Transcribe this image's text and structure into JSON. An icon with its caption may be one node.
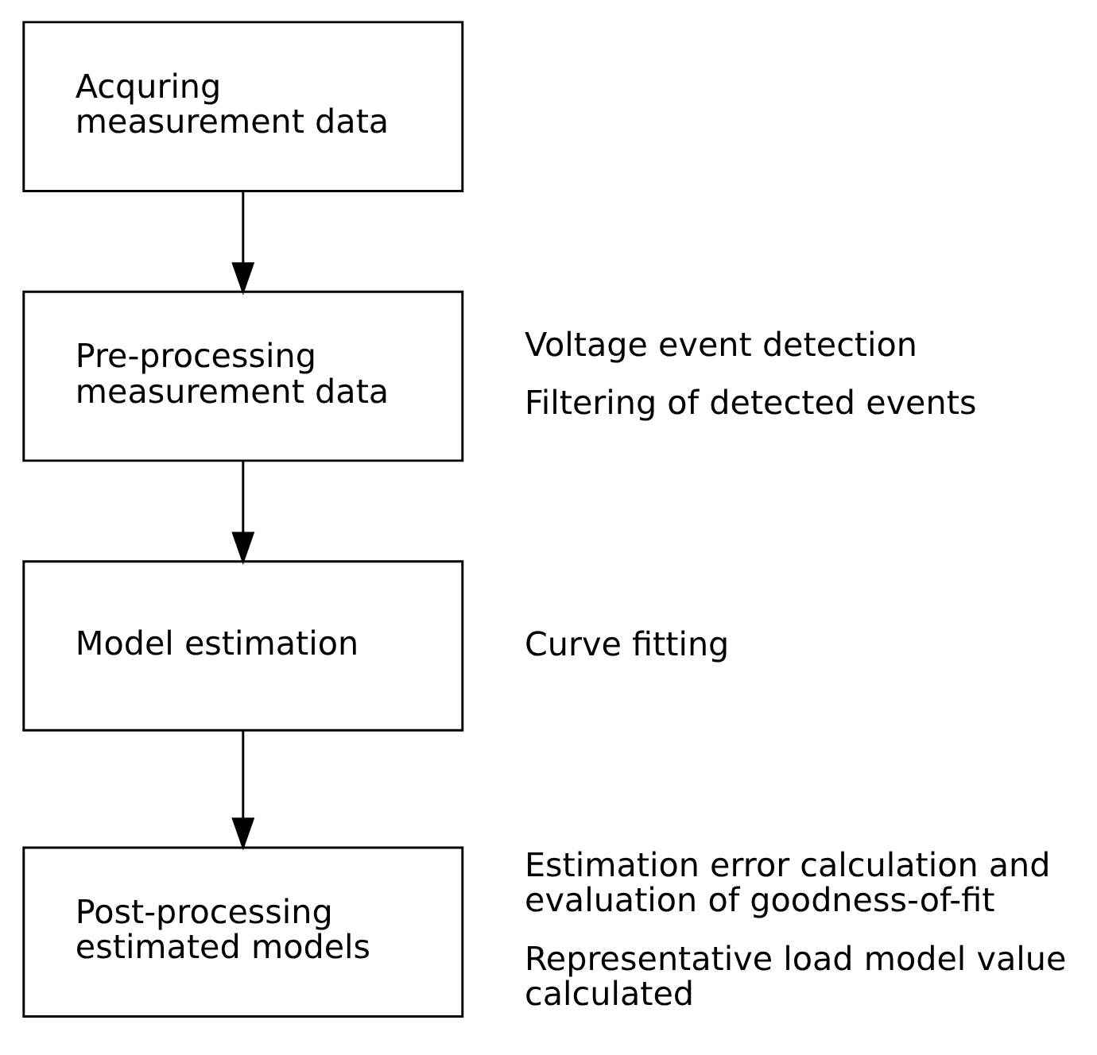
{
  "diagram": {
    "nodes": [
      {
        "text": [
          "Acquring measurement data"
        ]
      },
      {
        "text": [
          "Pre-processing measurement data"
        ],
        "beside": [
          "Voltage event detection",
          "Filtering of detected events"
        ]
      },
      {
        "text": [
          "Model estimation"
        ],
        "beside": [
          "Curve fitting"
        ]
      },
      {
        "text": [
          "Post-processing estimated models"
        ],
        "beside": [
          "Estimation error calculation and evaluation of goodness-of-fit",
          "Representative load model value calculated"
        ]
      }
    ],
    "edges": [
      {
        "from": 0,
        "to": 1,
        "arrow": "to"
      },
      {
        "from": 1,
        "to": 2,
        "arrow": "to"
      },
      {
        "from": 2,
        "to": 3,
        "arrow": "to"
      }
    ]
  }
}
